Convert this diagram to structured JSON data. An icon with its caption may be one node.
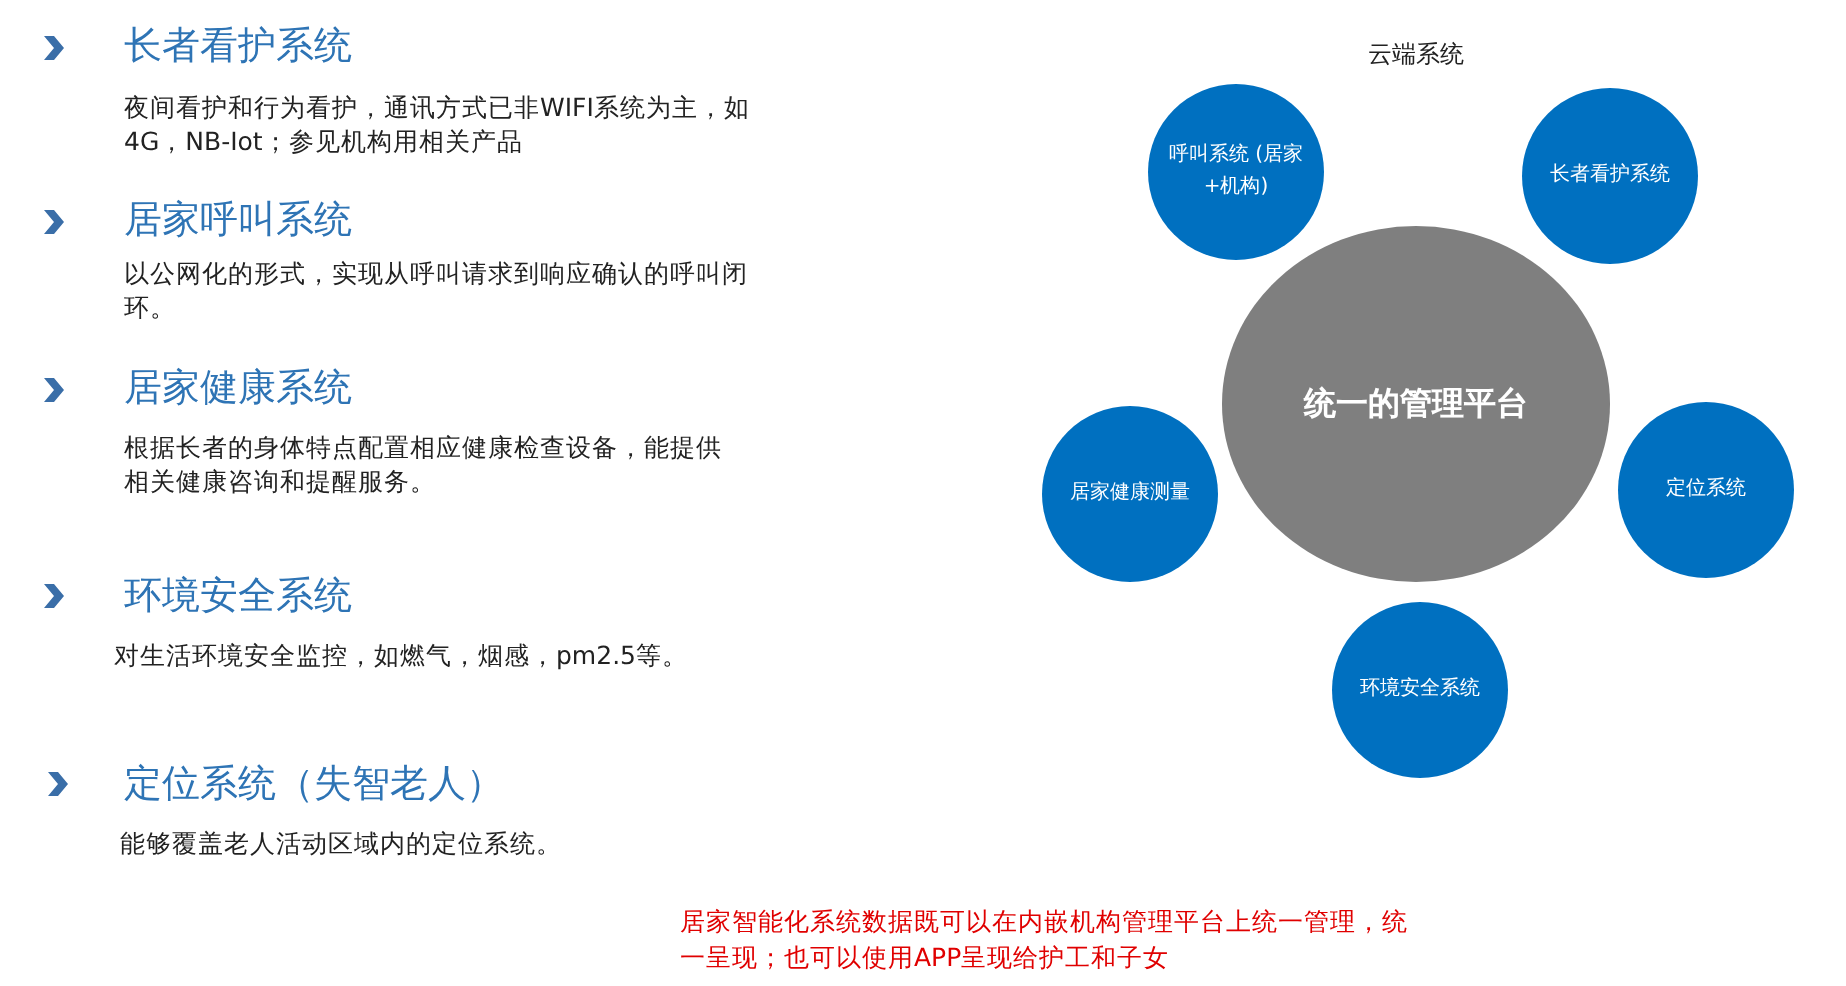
{
  "diagram": {
    "nodes": [
      {
        "text": [
          "呼叫系统 (居家+机构)"
        ]
      },
      {
        "text": [
          "长者看护系统"
        ]
      },
      {
        "text": [
          "统一的管理平台"
        ]
      },
      {
        "text": [
          "居家健康测量"
        ]
      },
      {
        "text": [
          "定位系统"
        ]
      },
      {
        "text": [
          "环境安全系统"
        ]
      }
    ],
    "labels": [
      "长者看护系统",
      "夜间看护和行为看护，通讯方式已非WIFI系统为主，如4G，NB-Iot；参见机构用相关产品",
      "居家呼叫系统",
      "以公网化的形式，实现从呼叫请求到响应确认的呼叫闭环。",
      "居家健康系统",
      "根据长者的身体特点配置相应健康检查设备，能提供相关健康咨询和提醒服务。",
      "环境安全系统",
      "对生活环境安全监控，如燃气，烟感，pm2.5等。",
      "定位系统（失智老人）",
      "能够覆盖老人活动区域内的定位系统。",
      "云端系统",
      "居家智能化系统数据既可以在内嵌机构管理平台上统一管理，统一呈现；也可以使用APP呈现给护工和子女"
    ]
  }
}
